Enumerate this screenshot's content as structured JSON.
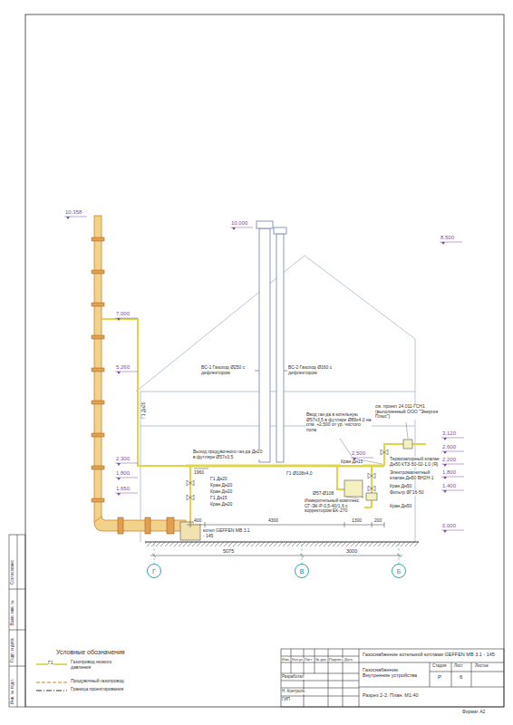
{
  "diagram": {
    "nodes": [
      {
        "text": [
          "Г"
        ]
      },
      {
        "text": [
          "В"
        ]
      },
      {
        "text": [
          "Б"
        ]
      }
    ],
    "labels": [
      "10,358",
      "10,000",
      "8,500",
      "7,000",
      "5,260",
      "2,300",
      "1,800",
      "1,650",
      "2,500",
      "3,120",
      "2,600",
      "2,200",
      "1,800",
      "1,400",
      "0,000",
      "Г1 Дн20",
      "ВС-1 Газоход Ø250 с дефлектором",
      "ВС-2 Газоход Ø160 с дефлектором",
      "Ввод газ-да в котельную Ø57х3,5 в футляре Ø89х4,0 на отм. +2,500 от ур. чистого пола",
      "см. проект 24.011-ГСН1 (выполненный ООО \"Энергия Плюс\")",
      "Термозапорный клапан Дн50 КТЗ-50-02-1,0 (Я)",
      "Электромагнитный клапан Дн50 ВН2Н-1",
      "Кран Дн50",
      "Фильтр ФГ16-50",
      "Кран Дн15",
      "Выход продувочного газ-да Дн20 в футляре Ø57х3,5",
      "1960",
      "Г1 Дн20",
      "Кран Дн20",
      "Кран Дн20",
      "Г1 Дн15",
      "Кран Дн20",
      "Г1 Ø108х4,0",
      "Ø57-Ø108",
      "Измерительный комплекс СГ-ЭК-Р-0,5-40/1,6 с корректором ЕК-270",
      "Кран Дн50",
      "котел GEFFEN MB 3.1 - 145",
      "400",
      "4300",
      "1300",
      "200",
      "5075",
      "3000",
      "Условные обозначения",
      "Г1",
      "Газоснабжение котельной котлами GEFFEN MB 3.1 - 145",
      "Изм.",
      "Кол.уч.",
      "Лист",
      "№ док.",
      "Подпись",
      "Дата",
      "Разработал",
      "Н. Контроль",
      "ГИП",
      "Газоснабжение. Внутренние устройства",
      "Стадия",
      "Лист",
      "Листов",
      "Р",
      "6",
      "Разрез 2-2. План. М1:40",
      "Формат А2",
      "Согласовано",
      "Взам. инв. №",
      "Подп. и дата",
      "Инв. № подл."
    ],
    "legend": [
      {
        "text": "Газопровод низкого давления"
      },
      {
        "text": "Продувочный газопровод"
      },
      {
        "text": "Граница проектирования"
      }
    ]
  }
}
